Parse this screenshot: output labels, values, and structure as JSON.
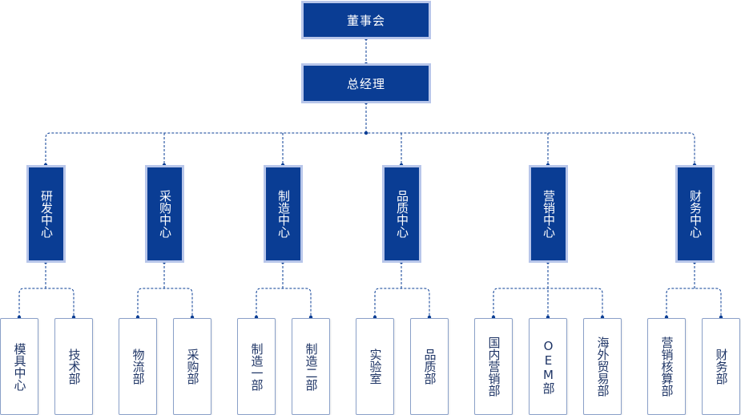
{
  "root": {
    "label": "董事会"
  },
  "gm": {
    "label": "总经理"
  },
  "centers": [
    {
      "label": "研发中心",
      "depts": [
        {
          "label": "模具中心"
        },
        {
          "label": "技术部"
        }
      ]
    },
    {
      "label": "采购中心",
      "depts": [
        {
          "label": "物流部"
        },
        {
          "label": "采购部"
        }
      ]
    },
    {
      "label": "制造中心",
      "depts": [
        {
          "label": "制造一部"
        },
        {
          "label": "制造二部"
        }
      ]
    },
    {
      "label": "品质中心",
      "depts": [
        {
          "label": "实验室"
        },
        {
          "label": "品质部"
        }
      ]
    },
    {
      "label": "营销中心",
      "depts": [
        {
          "label": "国内营销部"
        },
        {
          "label": "OEM部"
        },
        {
          "label": "海外贸易部"
        }
      ]
    },
    {
      "label": "财务中心",
      "depts": [
        {
          "label": "营销核算部"
        },
        {
          "label": "财务部"
        }
      ]
    }
  ],
  "colors": {
    "box_fill": "#0a3d94",
    "box_border": "#b8c6ea",
    "connector": "#0a3d94",
    "leaf_border": "#8aa0c8",
    "leaf_text": "#1f3566"
  }
}
